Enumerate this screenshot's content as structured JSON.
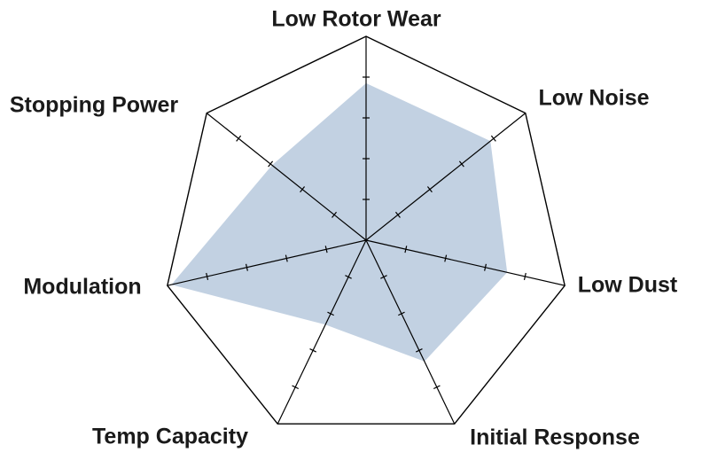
{
  "chart_data": {
    "type": "radar",
    "axes": [
      "Low Rotor Wear",
      "Low Noise",
      "Low Dust",
      "Initial Response",
      "Temp Capacity",
      "Modulation",
      "Stopping Power"
    ],
    "series": [
      {
        "values": [
          0.77,
          0.78,
          0.71,
          0.66,
          0.46,
          0.98,
          0.59
        ]
      }
    ],
    "range": [
      0,
      1
    ],
    "ticks_per_axis": 4,
    "fill_color": "#c2d1e2",
    "line_color": "#000000"
  }
}
